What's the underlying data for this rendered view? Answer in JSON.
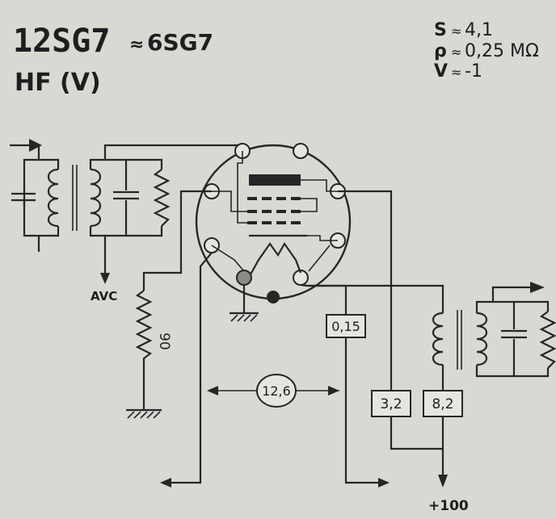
{
  "header": {
    "tube_type": "12SG7",
    "equiv_sign": "≈",
    "equiv_type": "6SG7",
    "function": "HF (V)"
  },
  "params": {
    "s_label": "S",
    "s_value": "4,1",
    "rho_label": "ρ",
    "rho_value": "0,25 MΩ",
    "v_label": "V",
    "v_value": "-1",
    "eq": "≈"
  },
  "labels": {
    "avc": "AVC",
    "grid_resistor": "90",
    "heater_current": "0,15",
    "heater_voltage": "12,6",
    "screen_resistor": "3,2",
    "plate_resistor": "8,2",
    "supply": "+100"
  },
  "colors": {
    "ink": "#262626",
    "paper": "#d9d8d3"
  }
}
